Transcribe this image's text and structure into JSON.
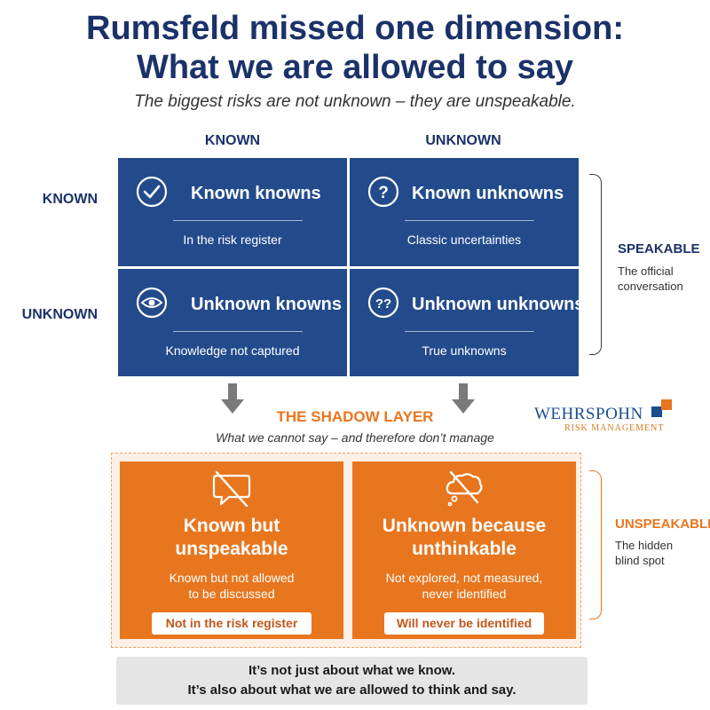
{
  "title": {
    "line1": "Rumsfeld missed one dimension:",
    "line2": "What we are allowed to say"
  },
  "subtitle": "The biggest risks are not unknown – they are unspeakable.",
  "column_headers": [
    "KNOWN",
    "UNKNOWN"
  ],
  "row_headers": [
    "KNOWN",
    "UNKNOWN"
  ],
  "matrix": [
    {
      "icon": "checkmark-circle-icon",
      "name": "Known knowns",
      "desc": "In the risk register"
    },
    {
      "icon": "question-circle-icon",
      "name": "Known unknowns",
      "desc": "Classic uncertainties"
    },
    {
      "icon": "eye-circle-icon",
      "name": "Unknown knowns",
      "desc": "Knowledge not captured"
    },
    {
      "icon": "double-question-circle-icon",
      "name": "Unknown unknowns",
      "desc": "True unknowns"
    }
  ],
  "speakable": {
    "label": "SPEAKABLE",
    "sub_line1": "The official",
    "sub_line2": "conversation"
  },
  "shadow": {
    "title": "THE SHADOW LAYER",
    "subtitle": "What we cannot say – and therefore don’t manage"
  },
  "logo": {
    "word": "WEHRSPOHN",
    "sub": "RISK MANAGEMENT"
  },
  "shadow_cells": [
    {
      "icon": "crossed-speech-bubble-icon",
      "title_line1": "Known but",
      "title_line2": "unspeakable",
      "desc_line1": "Known but not allowed",
      "desc_line2": "to be discussed",
      "pill": "Not in the risk register"
    },
    {
      "icon": "crossed-thought-bubble-icon",
      "title_line1": "Unknown because",
      "title_line2": "unthinkable",
      "desc_line1": "Not explored, not measured,",
      "desc_line2": "never identified",
      "pill": "Will never be identified"
    }
  ],
  "unspeakable": {
    "label": "UNSPEAKABLE",
    "sub_line1": "The hidden",
    "sub_line2": "blind spot"
  },
  "footer": {
    "line1": "It’s not just about what we know.",
    "line2": "It’s also about what we are allowed to think and say."
  },
  "colors": {
    "navy": "#234b8c",
    "title_navy": "#1b3269",
    "orange": "#e8761e",
    "shadow_bg": "#fdf0e4",
    "footer_bg": "#e5e5e5"
  }
}
